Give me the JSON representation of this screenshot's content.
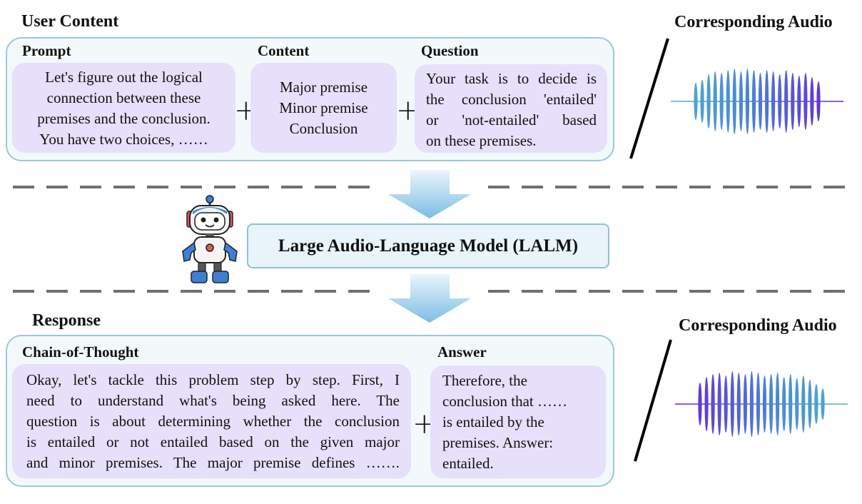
{
  "user_content": {
    "title": "User Content",
    "prompt": {
      "label": "Prompt",
      "lines": [
        "Let's figure out the logical",
        "connection between these",
        "premises and the conclusion.",
        "You have two choices, ……"
      ]
    },
    "content": {
      "label": "Content",
      "lines": [
        "Major premise",
        "Minor premise",
        "Conclusion"
      ]
    },
    "question": {
      "label": "Question",
      "lines": [
        "Your task is to decide is",
        "the conclusion 'entailed'",
        "or 'not-entailed' based",
        "on these premises."
      ]
    },
    "plus": "+"
  },
  "audio_top": {
    "title": "Corresponding Audio"
  },
  "model": {
    "label": "Large Audio-Language Model (LALM)"
  },
  "response": {
    "title": "Response",
    "cot": {
      "label": "Chain-of-Thought",
      "lines": [
        "Okay, let's tackle this problem step by step. First, I",
        "need to understand what's being asked here. The",
        "question is about determining whether the conclusion",
        "is entailed or not entailed based on the given major",
        "and minor premises. The major premise defines ……."
      ]
    },
    "answer": {
      "label": "Answer",
      "lines": [
        "Therefore, the",
        "conclusion that ……",
        "is entailed by the",
        "premises. Answer:",
        "entailed."
      ]
    },
    "plus": "+"
  },
  "audio_bottom": {
    "title": "Corresponding Audio"
  },
  "colors": {
    "outer_border": "#9cc9d6",
    "card_fill": "#e6e0fa",
    "arrow": "#8cc6e6",
    "wave_teal": "#4fb3c9",
    "wave_purple": "#6a1fd1"
  }
}
